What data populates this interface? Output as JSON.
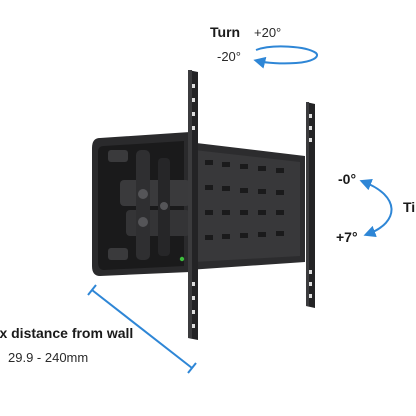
{
  "turn": {
    "title": "Turn",
    "positive": "+20°",
    "negative": "-20°"
  },
  "tilt": {
    "title": "Tilt",
    "top": "-0°",
    "bottom": "+7°"
  },
  "distance": {
    "title": "Max distance from wall",
    "value": "29.9 - 240mm"
  },
  "colors": {
    "accent_arrow": "#2e86d6",
    "mount_body": "#2c2c2e",
    "mount_dark": "#151516",
    "status_led": "#3cbc3c"
  },
  "icons": [
    "turn-arrow-icon",
    "tilt-arrow-icon",
    "distance-dimension-icon"
  ]
}
